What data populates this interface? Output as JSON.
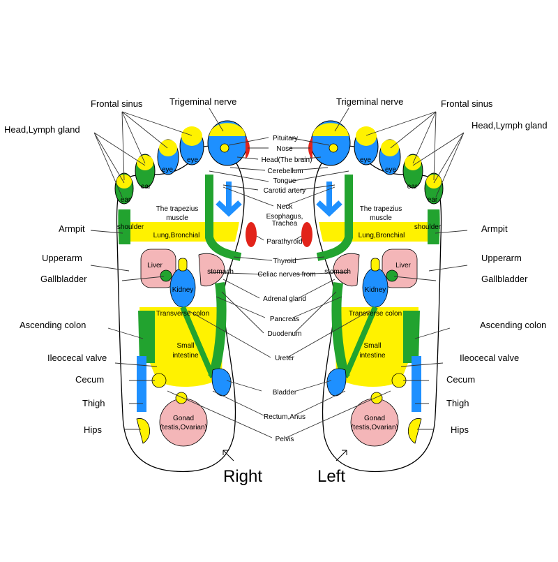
{
  "colors": {
    "yellow": "#FFF200",
    "blue": "#1E90FF",
    "green": "#22A32F",
    "pink": "#F4B6B8",
    "red": "#E2231A",
    "outline": "#000000"
  },
  "side_labels": {
    "right": [
      "Frontal sinus",
      "Head,Lymph gland",
      "Armpit",
      "Upperarm",
      "Gallbladder",
      "Ascending colon",
      "Ileocecal valve",
      "Cecum",
      "Thigh",
      "Hips"
    ],
    "left": [
      "Frontal sinus",
      "Head,Lymph gland",
      "Armpit",
      "Upperarm",
      "Gallbladder",
      "Ascending colon",
      "Ileocecal valve",
      "Cecum",
      "Thigh",
      "Hips"
    ]
  },
  "top_labels": {
    "right": "Trigeminal nerve",
    "left": "Trigeminal nerve"
  },
  "middle_labels": [
    "Pituitary",
    "Nose",
    "Head(The brain)",
    "Cerebellum",
    "Tongue",
    "Carotid artery",
    "Neck",
    "Esophagus,",
    "Trachea",
    "Parathyroid",
    "Thyroid",
    "Celiac nerves from",
    "Adrenal gland",
    "Pancreas",
    "Duodenum",
    "Ureter",
    "Bladder",
    "Rectum,Anus",
    "Pelvis"
  ],
  "zone_labels": {
    "eye": "eye",
    "ear": "ear",
    "trapezius": [
      "The trapezius",
      "muscle"
    ],
    "shoulder": "shoulder",
    "lung": "Lung,Bronchial",
    "liver": "Liver",
    "stomach": "stomach",
    "kidney": "Kidney",
    "transverse": "Transverse colon",
    "small_intestine": [
      "Small",
      "intestine"
    ],
    "gonad": [
      "Gonad",
      "(testis,Ovarian)"
    ]
  },
  "foot_captions": {
    "right": "Right",
    "left": "Left"
  }
}
